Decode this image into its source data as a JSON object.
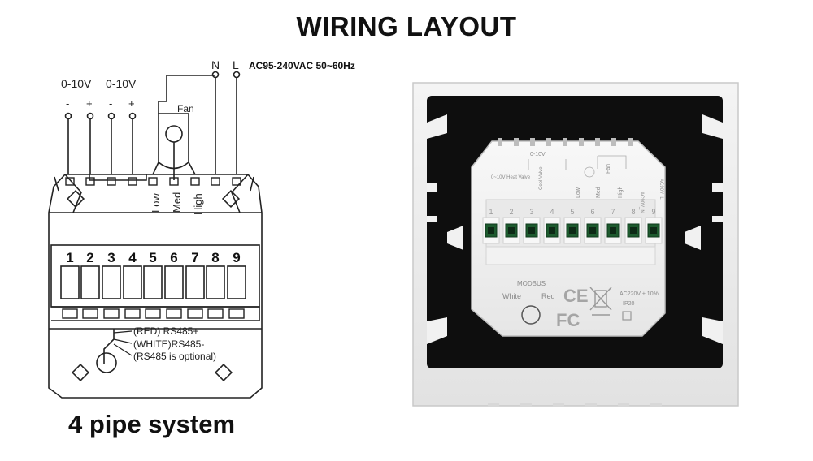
{
  "title": "WIRING LAYOUT",
  "subtitle": "4 pipe system",
  "schematic": {
    "power_label": "AC95-240VAC 50~60Hz",
    "terminal_N": "N",
    "terminal_L": "L",
    "analog_1": "0-10V",
    "analog_2": "0-10V",
    "minus_1": "-",
    "plus_1": "+",
    "minus_2": "-",
    "plus_2": "+",
    "fan_label": "Fan",
    "speed_low": "Low",
    "speed_med": "Med",
    "speed_high": "High",
    "terminals": [
      "1",
      "2",
      "3",
      "4",
      "5",
      "6",
      "7",
      "8",
      "9"
    ],
    "rs485_plus": "(RED) RS485+",
    "rs485_minus": "(WHITE)RS485-",
    "rs485_note": "(RS485 is optional)"
  },
  "photo": {
    "labels": {
      "analog": "0-10V",
      "heat_valve": "0~10V Heat Valve",
      "cool_valve": "Cool Valve",
      "low": "Low",
      "med": "Med",
      "fan": "Fan",
      "high": "High",
      "ac_n": "AC90V_N",
      "ac_l": "AC90V_L",
      "modbus": "MODBUS",
      "white": "White",
      "red": "Red",
      "ce": "CE",
      "fc": "FC",
      "rating": "AC220V ± 10%",
      "ip": "IP20"
    },
    "terminals": [
      "1",
      "2",
      "3",
      "4",
      "5",
      "6",
      "7",
      "8",
      "9"
    ]
  }
}
